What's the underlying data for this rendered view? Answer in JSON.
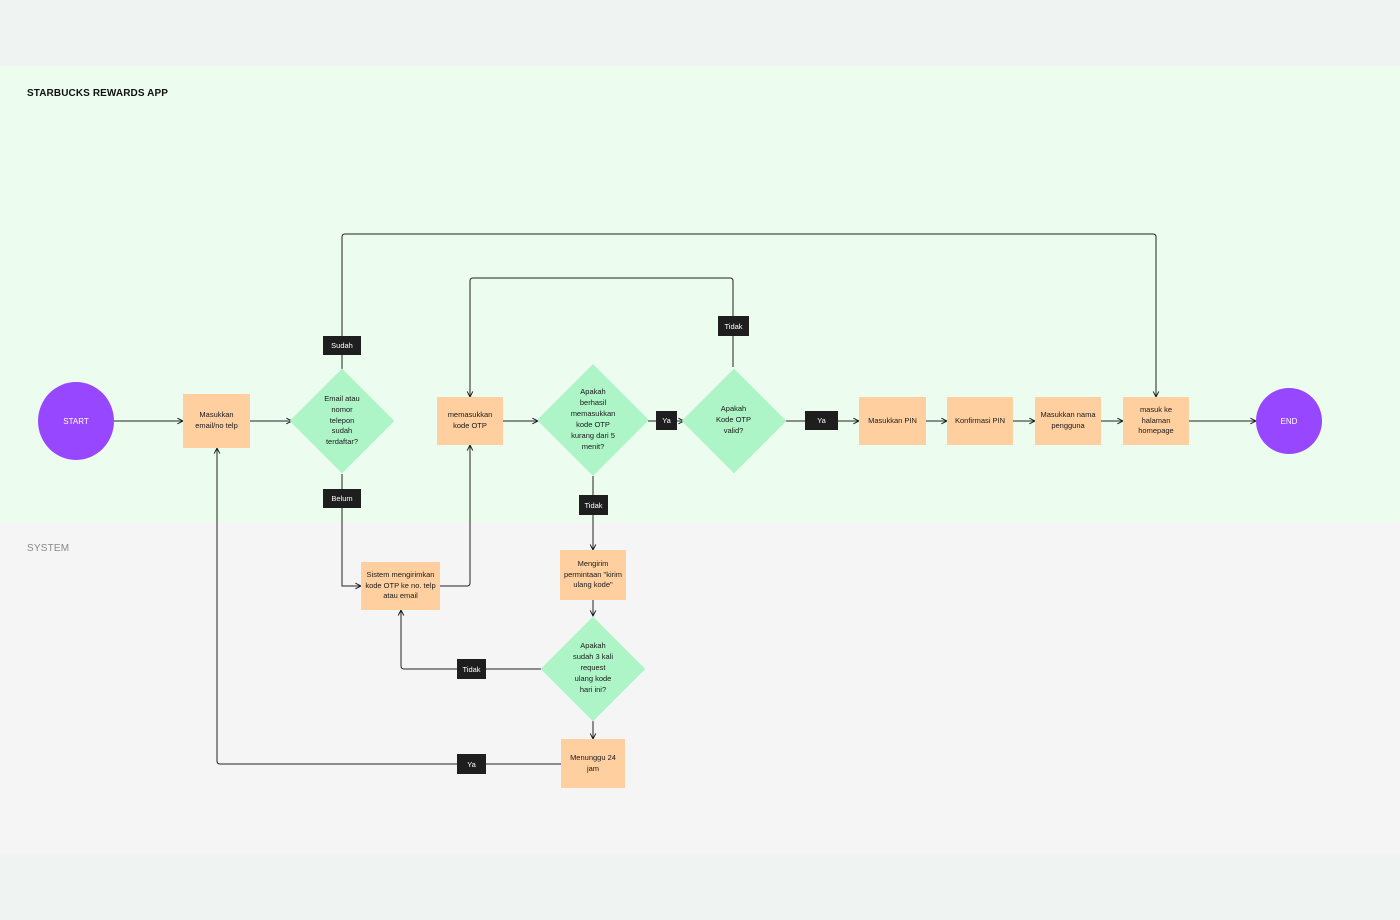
{
  "lanes": {
    "app_title": "STARBUCKS REWARDS APP",
    "system_title": "SYSTEM"
  },
  "colors": {
    "app_lane": "#ecfdef",
    "system_lane": "#f5f5f5",
    "terminal": "#9747ff",
    "process": "#ffcf9f",
    "decision": "#adf4c7",
    "label": "#1e1e1e"
  },
  "nodes": {
    "start": "START",
    "input_contact": "Masukkan email/no telp",
    "check_registered": "Email atau nomor telepon sudah terdaftar?",
    "enter_otp": "memasukkan kode OTP",
    "check_otp_time": "Apakah berhasil memasukkan kode OTP kurang dari 5 menit?",
    "check_otp_valid": "Apakah Kode OTP valid?",
    "enter_pin": "Masukkan PIN",
    "confirm_pin": "Konfirmasi PIN",
    "enter_username": "Masukkan nama pengguna",
    "homepage": "masuk ke halaman homepage",
    "end": "END",
    "send_otp": "Sistem mengirimkan kode OTP ke no. telp atau email",
    "resend_request": "Mengirim permintaan \"kirim ulang kode\"",
    "check_resend_count": "Apakah sudah 3 kali request ulang kode hari ini?",
    "wait_24h": "Menunggu 24 jam"
  },
  "edge_labels": {
    "sudah": "Sudah",
    "belum": "Belum",
    "ya_time": "Ya",
    "tidak_time": "Tidak",
    "ya_valid": "Ya",
    "tidak_valid": "Tidak",
    "tidak_count": "Tidak",
    "ya_count": "Ya"
  }
}
